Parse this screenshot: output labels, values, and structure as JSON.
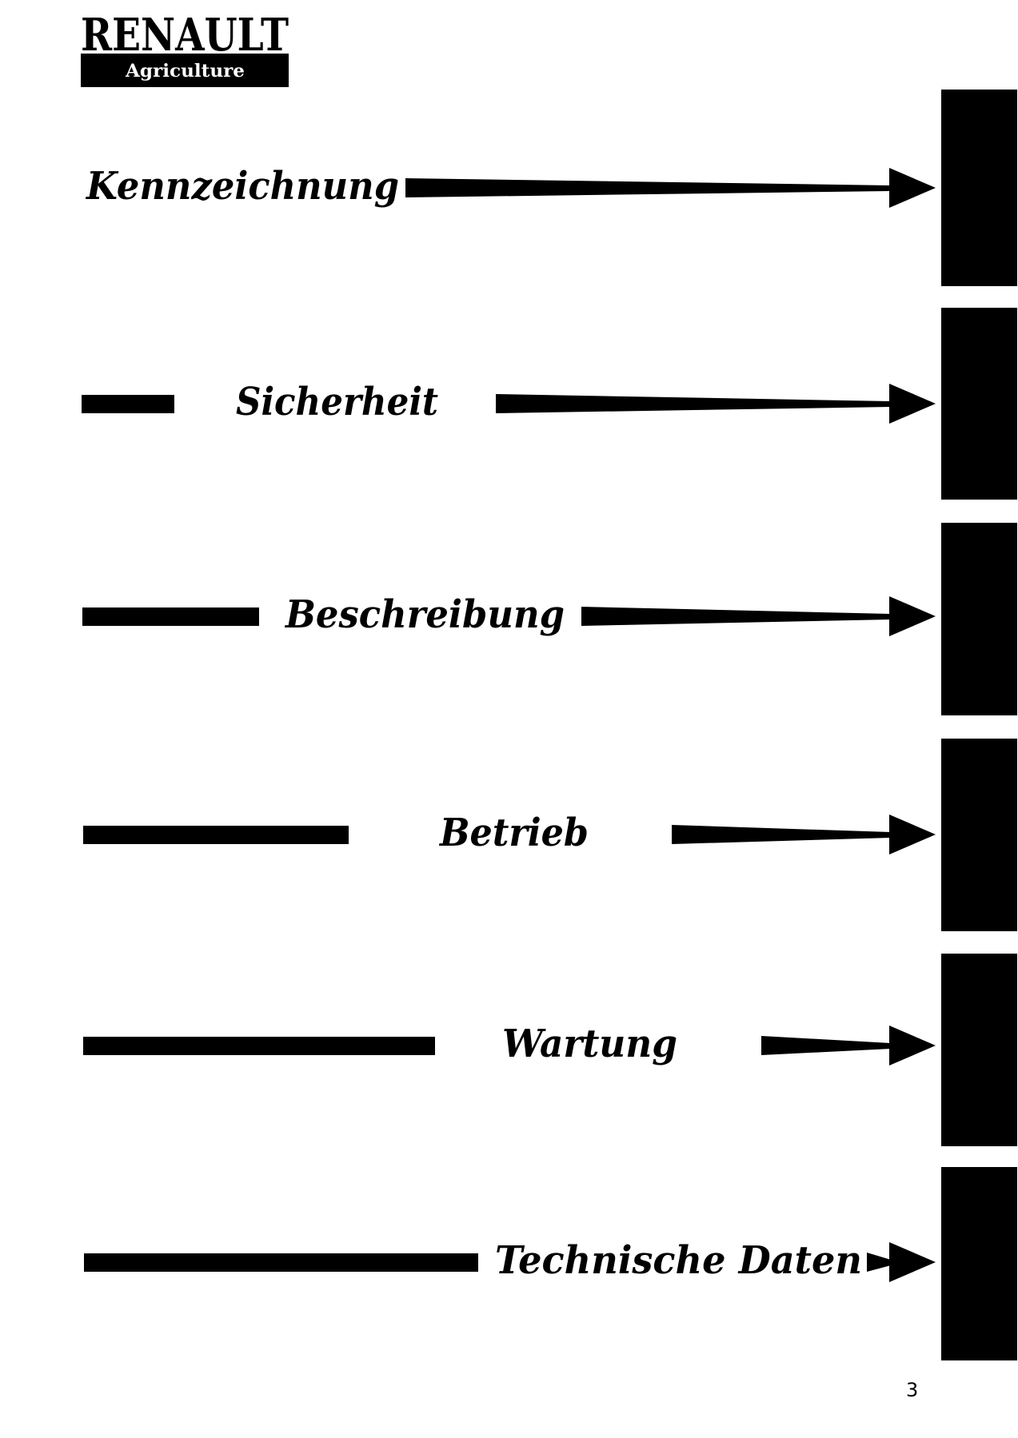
{
  "logo": {
    "brand": "RENAULT",
    "sub": "Agriculture"
  },
  "sections": [
    {
      "label": "Kennzeichnung"
    },
    {
      "label": "Sicherheit"
    },
    {
      "label": "Beschreibung"
    },
    {
      "label": "Betrieb"
    },
    {
      "label": "Wartung"
    },
    {
      "label": "Technische Daten"
    }
  ],
  "page_number": "3"
}
